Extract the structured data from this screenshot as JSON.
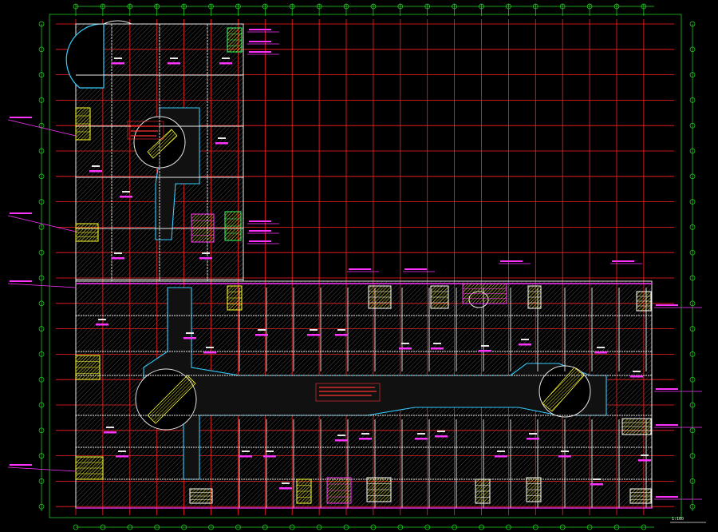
{
  "drawing": {
    "colors": {
      "background": "#000000",
      "grid_red": "#ff2020",
      "dim_green": "#22dd22",
      "wall_white": "#e8e8e8",
      "room_magenta": "#ff33ff",
      "duct_cyan": "#33ccff",
      "equipment_yellow": "#ffff33",
      "hatch_gray": "#3a3a3a",
      "annotation_red": "#ff3333"
    },
    "icons": [
      "column-grid",
      "room-hatch",
      "escalator-void",
      "stair-core",
      "leader-line"
    ],
    "scale_note": "1:100"
  }
}
